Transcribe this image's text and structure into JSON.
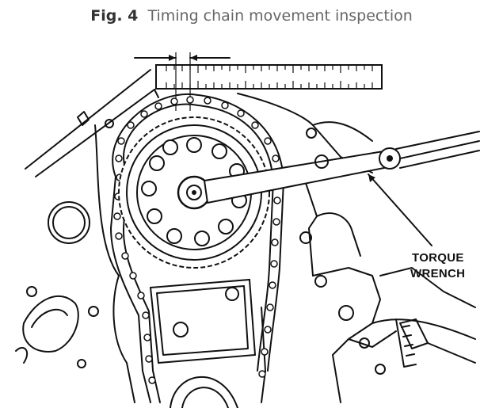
{
  "figure": {
    "label": "Fig. 4",
    "title": "Timing chain movement inspection"
  },
  "callouts": {
    "line1": "TORQUE",
    "line2": "WRENCH"
  },
  "colors": {
    "ink": "#111111",
    "caption": "#555555",
    "background": "#ffffff"
  }
}
